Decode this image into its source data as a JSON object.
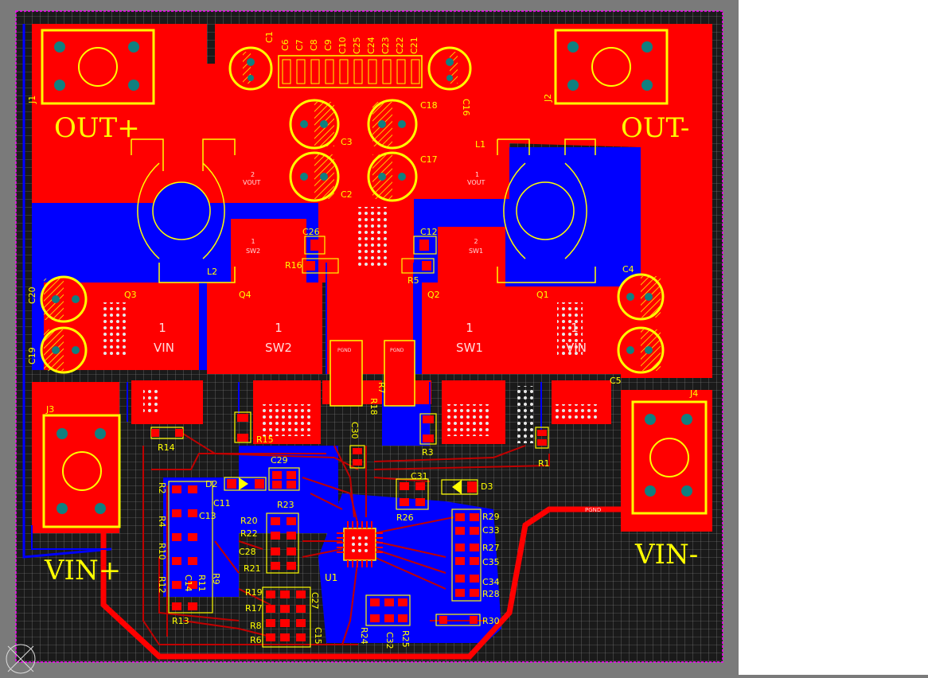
{
  "viewport": {
    "width": 1166,
    "height": 848
  },
  "colors": {
    "background": "#7a7a7a",
    "board": "#1a1a1a",
    "grid": "#8c8c8c",
    "top_copper": "#ff0000",
    "bottom_copper": "#0000ff",
    "silkscreen": "#ffff00",
    "pad_hole": "#108080",
    "pad": "#ff0000",
    "outline": "#ff00ff",
    "dark_red_trace": "#c00000",
    "right_panel": "#ffffff"
  },
  "connectors": {
    "J1": {
      "label": "J1",
      "net": "OUT+"
    },
    "J2": {
      "label": "J2",
      "net": "OUT-"
    },
    "J3": {
      "label": "J3",
      "net": "VIN+"
    },
    "J4": {
      "label": "J4",
      "net": "VIN-"
    }
  },
  "copper_labels": {
    "q3": {
      "pin": "1",
      "net": "VIN"
    },
    "q4": {
      "pin": "1",
      "net": "SW2"
    },
    "q2": {
      "pin": "1",
      "net": "SW1"
    },
    "q1": {
      "pin": "1",
      "net": "VIN"
    },
    "l2": {
      "pin": "2",
      "net": "VOUT"
    },
    "l1": {
      "pin": "1",
      "net": "VOUT"
    },
    "sw2_small": {
      "pin": "1",
      "net": "SW2"
    },
    "sw1_small": {
      "pin": "2",
      "net": "SW1"
    },
    "pgnd_pad_left": "PGND",
    "pgnd_pad_right": "PGND",
    "pgnd_trace": "PGND"
  },
  "designators": {
    "top_caps": [
      "C1",
      "C6",
      "C7",
      "C8",
      "C9",
      "C10",
      "C25",
      "C24",
      "C23",
      "C22",
      "C21"
    ],
    "C16": "C16",
    "C18": "C18",
    "C3": "C3",
    "C17": "C17",
    "C2": "C2",
    "L1": "L1",
    "L2": "L2",
    "C26": "C26",
    "C12": "C12",
    "R16": "R16",
    "R5": "R5",
    "Q1": "Q1",
    "Q2": "Q2",
    "Q3": "Q3",
    "Q4": "Q4",
    "C20": "C20",
    "C19": "C19",
    "C4": "C4",
    "C5": "C5",
    "R14": "R14",
    "R15": "R15",
    "R18": "R18",
    "R7": "R7",
    "C30": "C30",
    "R3": "R3",
    "R1": "R1",
    "C29": "C29",
    "D2": "D2",
    "R23": "R23",
    "C31": "C31",
    "D3": "D3",
    "R26": "R26",
    "R2": "R2",
    "C11": "C11",
    "C13": "C13",
    "R4": "R4",
    "R20": "R20",
    "R22": "R22",
    "C28": "C28",
    "R10": "R10",
    "R21": "R21",
    "C14": "C14",
    "R11": "R11",
    "R9": "R9",
    "R12": "R12",
    "R19": "R19",
    "R17": "R17",
    "R13": "R13",
    "C27": "C27",
    "R8": "R8",
    "R6": "R6",
    "C15": "C15",
    "U1": "U1",
    "R24": "R24",
    "C32": "C32",
    "R25": "R25",
    "R29": "R29",
    "C33": "C33",
    "R27": "R27",
    "C35": "C35",
    "C34": "C34",
    "R28": "R28",
    "R30": "R30"
  }
}
